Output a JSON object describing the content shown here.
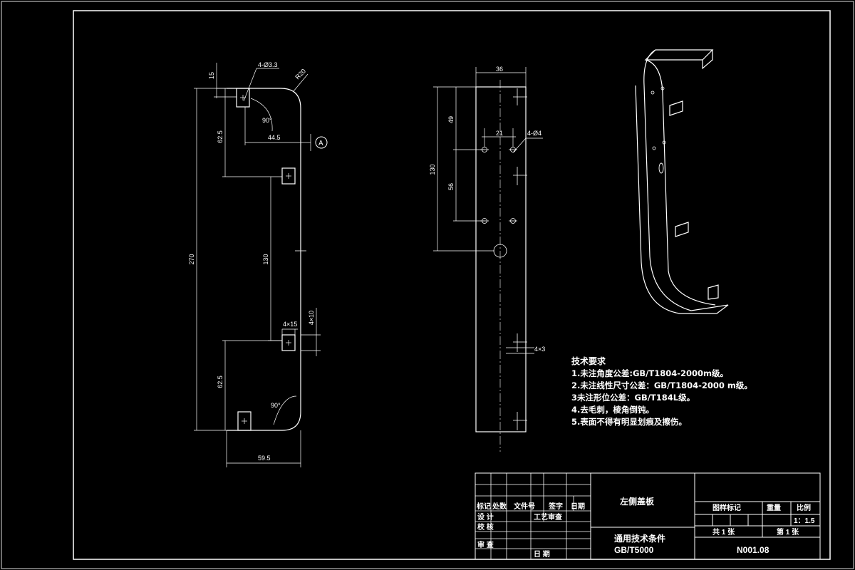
{
  "views": {
    "front": {
      "dims": {
        "d15": "15",
        "hole": "4-Ø3.3",
        "radius": "R20",
        "angle_top": "90°",
        "d62_top": "62.5",
        "d44": "44.5",
        "datum": "A",
        "d270": "270",
        "d130": "130",
        "d4x15": "4×15",
        "d4x10": "4×10",
        "d62_bot": "62.5",
        "angle_bot": "90°",
        "d59": "59.5"
      }
    },
    "side": {
      "dims": {
        "d36": "36",
        "d49": "49",
        "d21": "21",
        "hole": "4-Ø4",
        "d130": "130",
        "d56": "56",
        "d4x3": "4×3"
      }
    }
  },
  "tech_requirements": {
    "title": "技术要求",
    "items": [
      "1.未注角度公差:GB/T1804-2000m级。",
      "2.未注线性尺寸公差：GB/T1804-2000 m级。",
      "3未注形位公差：GB/T184L级。",
      "4.去毛刺，棱角倒钝。",
      "5.表面不得有明显划痕及擦伤。"
    ]
  },
  "title_block": {
    "part_name": "左侧盖板",
    "std_line1": "通用技术条件",
    "std_line2": "GB/T5000",
    "headers": {
      "mark": "标记",
      "zones": "处数",
      "doc_no": "文件号",
      "sign": "签字",
      "date": "日期"
    },
    "design": "设  计",
    "check": "校  核",
    "review": "审  查",
    "process": "工艺审查",
    "date2": "日  期",
    "stage_mark": "图样标记",
    "weight": "重量",
    "scale_label": "比例",
    "scale_value": "1：1.5",
    "sheets_total": "共 1 张",
    "sheet_no": "第 1 张",
    "drawing_no": "N001.08"
  }
}
